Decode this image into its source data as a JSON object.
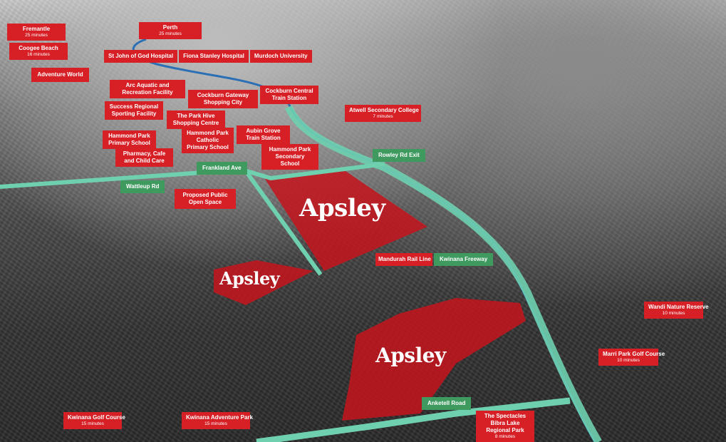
{
  "estate_name": "Apsley",
  "colors": {
    "estate": "#c5141c",
    "label": "#d71f26",
    "road": "#6fd0b0",
    "road_label": "#3e9a5f",
    "rail": "#2b6fb5"
  },
  "destinations": {
    "fremantle": {
      "name": "Fremantle",
      "time": "25 minutes"
    },
    "perth": {
      "name": "Perth",
      "time": "25 minutes"
    },
    "coogee": {
      "name": "Coogee Beach",
      "time": "16 minutes"
    },
    "adventure_world": {
      "name": "Adventure World"
    },
    "st_john": {
      "name": "St John of God Hospital"
    },
    "fiona_stanley": {
      "name": "Fiona Stanley Hospital"
    },
    "murdoch": {
      "name": "Murdoch University"
    },
    "arc": {
      "name": "Arc Aquatic and Recreation Facility"
    },
    "cockburn_gateway": {
      "name": "Cockburn Gateway Shopping City"
    },
    "cockburn_central": {
      "name": "Cockburn Central Train Station"
    },
    "success": {
      "name": "Success Regional Sporting Facility"
    },
    "park_hive": {
      "name": "The Park Hive Shopping Centre"
    },
    "atwell": {
      "name": "Atwell Secondary College",
      "time": "7 minutes"
    },
    "hammond_primary": {
      "name": "Hammond Park Primary School"
    },
    "hammond_catholic": {
      "name": "Hammond Park Catholic Primary School"
    },
    "aubin_grove": {
      "name": "Aubin Grove Train Station"
    },
    "pharmacy": {
      "name": "Pharmacy, Cafe and Child Care"
    },
    "hammond_secondary": {
      "name": "Hammond Park Secondary School"
    },
    "open_space": {
      "name": "Proposed Public Open Space"
    },
    "mandurah_rail": {
      "name": "Mandurah Rail Line"
    },
    "wandi": {
      "name": "Wandi Nature Reserve",
      "time": "10 minutes"
    },
    "marri_park": {
      "name": "Marri Park Golf Course",
      "time": "10 minutes"
    },
    "kwinana_golf": {
      "name": "Kwinana Golf Course",
      "time": "15 minutes"
    },
    "kwinana_adventure": {
      "name": "Kwinana Adventure Park",
      "time": "15 minutes"
    },
    "spectacles": {
      "name": "The Spectacles Bibra Lake Regional Park",
      "time": "8 minutes"
    }
  },
  "roads": {
    "frankland": "Frankland Ave",
    "wattleup": "Wattleup Rd",
    "rowley": "Rowley Rd Exit",
    "kwinana_fwy": "Kwinana Freeway",
    "anketell": "Anketell Road"
  }
}
